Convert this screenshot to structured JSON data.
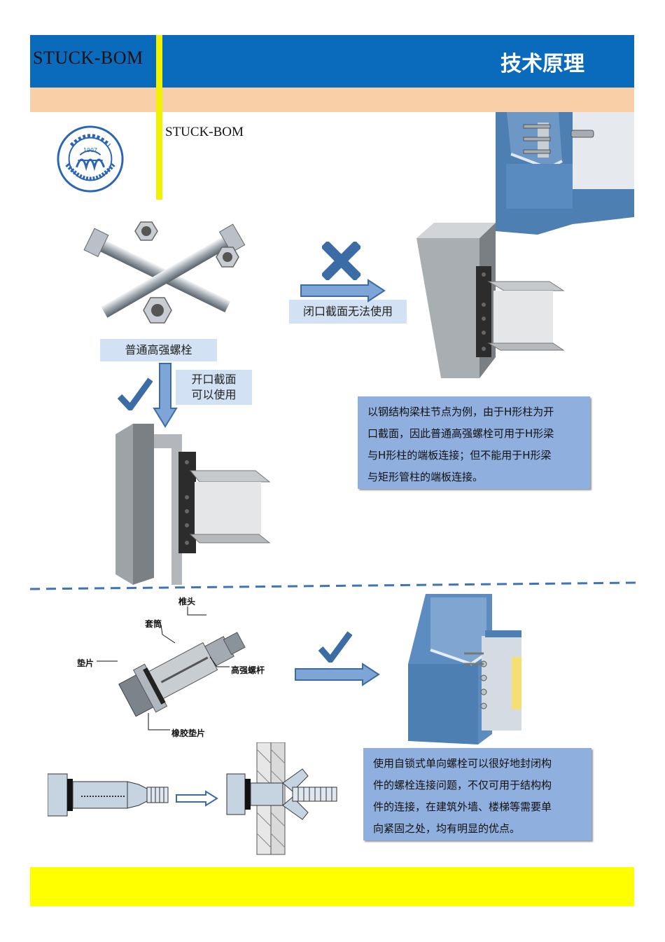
{
  "header": {
    "brand": "STUCK-BOM",
    "title": "技术原理"
  },
  "subtitle": "STUCK-BOM",
  "callouts": {
    "common_bolt": "普通高强螺栓",
    "closed_section": "闭口截面无法使用",
    "open_section_line1": "开口截面",
    "open_section_line2": "可以使用"
  },
  "info_box_1": [
    "以钢结构梁柱节点为例，由于H形柱为开",
    "口截面，因此普通高强螺栓可用于H形梁",
    "与H形柱的端板连接；但不能用于H形梁",
    "与矩形管柱的端板连接。"
  ],
  "bolt_labels": {
    "cone_head": "椎头",
    "sleeve": "套筒",
    "washer": "垫片",
    "high_strength_rod": "高强螺杆",
    "rubber_washer": "橡胶垫片"
  },
  "info_box_2": [
    "使用自锁式单向螺栓可以很好地封闭构",
    "件的螺栓连接问题，不仅可用于结构构",
    "件的连接，在建筑外墙、楼梯等需要单",
    "向紧固之处，均有明显的优点。"
  ],
  "colors": {
    "header_blue": "#0a6bbd",
    "peach": "#f9cfa8",
    "yellow": "#ffff00",
    "info_blue": "#8fb0de",
    "callout_blue": "#d2e1f3",
    "steel_blue": "#4d7fb2"
  }
}
